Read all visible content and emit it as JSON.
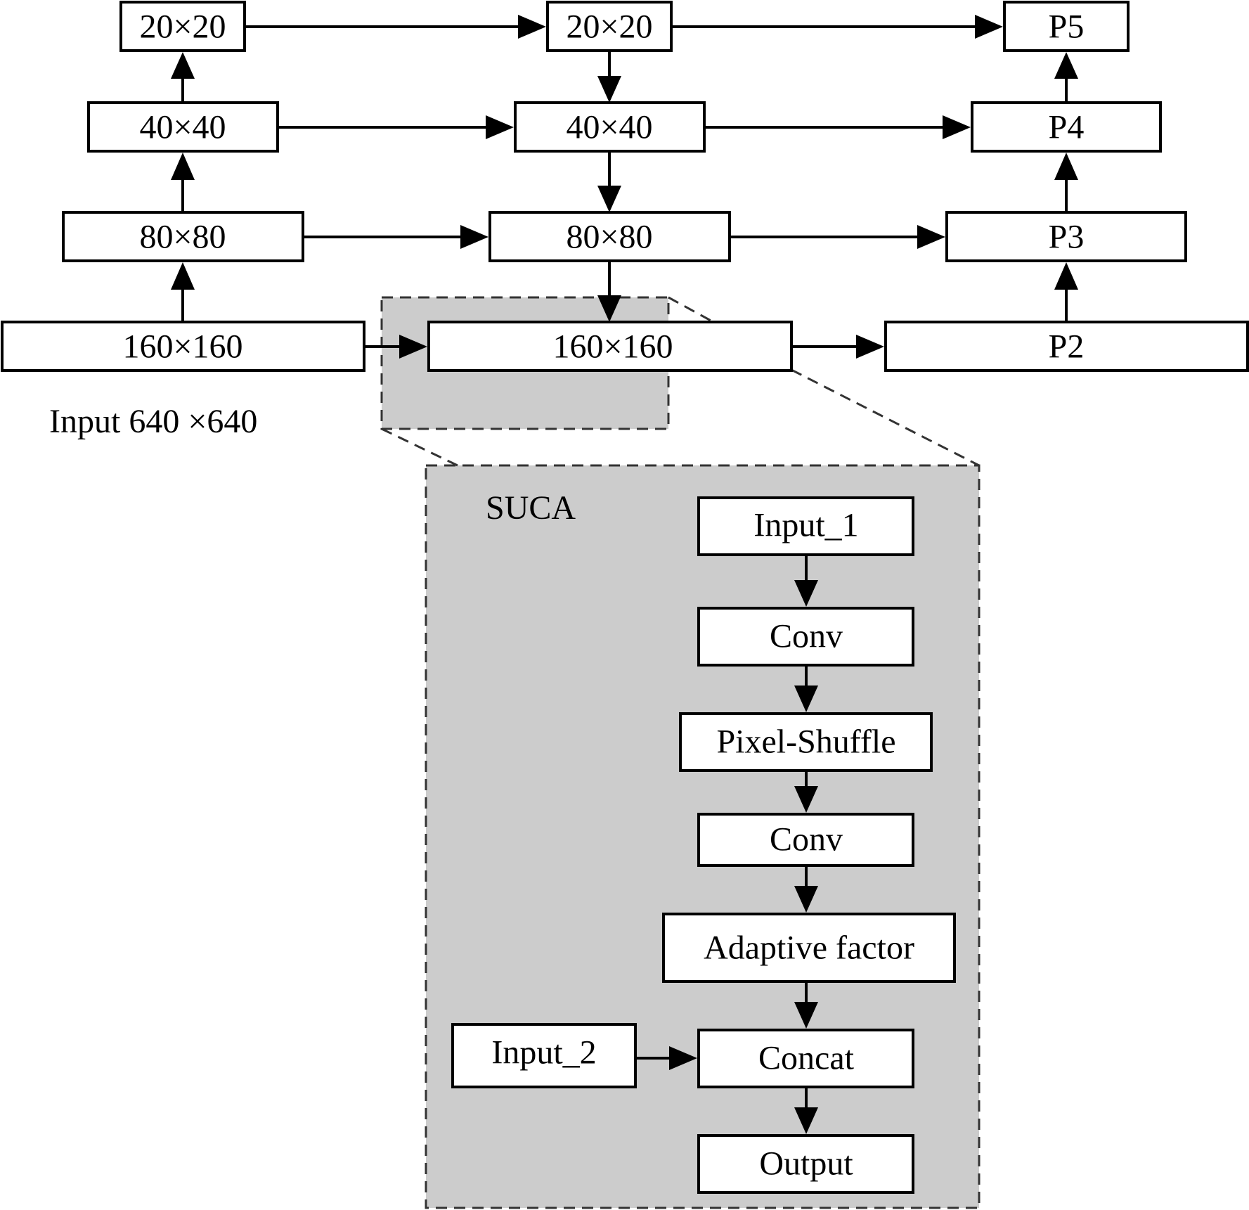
{
  "diagram": {
    "input_caption": "Input 640 ×640",
    "backbone": {
      "p20": "20×20",
      "p40": "40×40",
      "p80": "80×80",
      "p160": "160×160"
    },
    "neck": {
      "n20": "20×20",
      "n40": "40×40",
      "n80": "80×80",
      "n160": "160×160"
    },
    "outputs": {
      "p5": "P5",
      "p4": "P4",
      "p3": "P3",
      "p2": "P2"
    },
    "suca": {
      "title": "SUCA",
      "input1": "Input_1",
      "conv1": "Conv",
      "pixel_shuffle": "Pixel-Shuffle",
      "conv2": "Conv",
      "adaptive_factor": "Adaptive factor",
      "input2": "Input_2",
      "concat": "Concat",
      "output": "Output"
    },
    "colors": {
      "panel_fill": "#cccccc",
      "stroke": "#000000"
    }
  }
}
